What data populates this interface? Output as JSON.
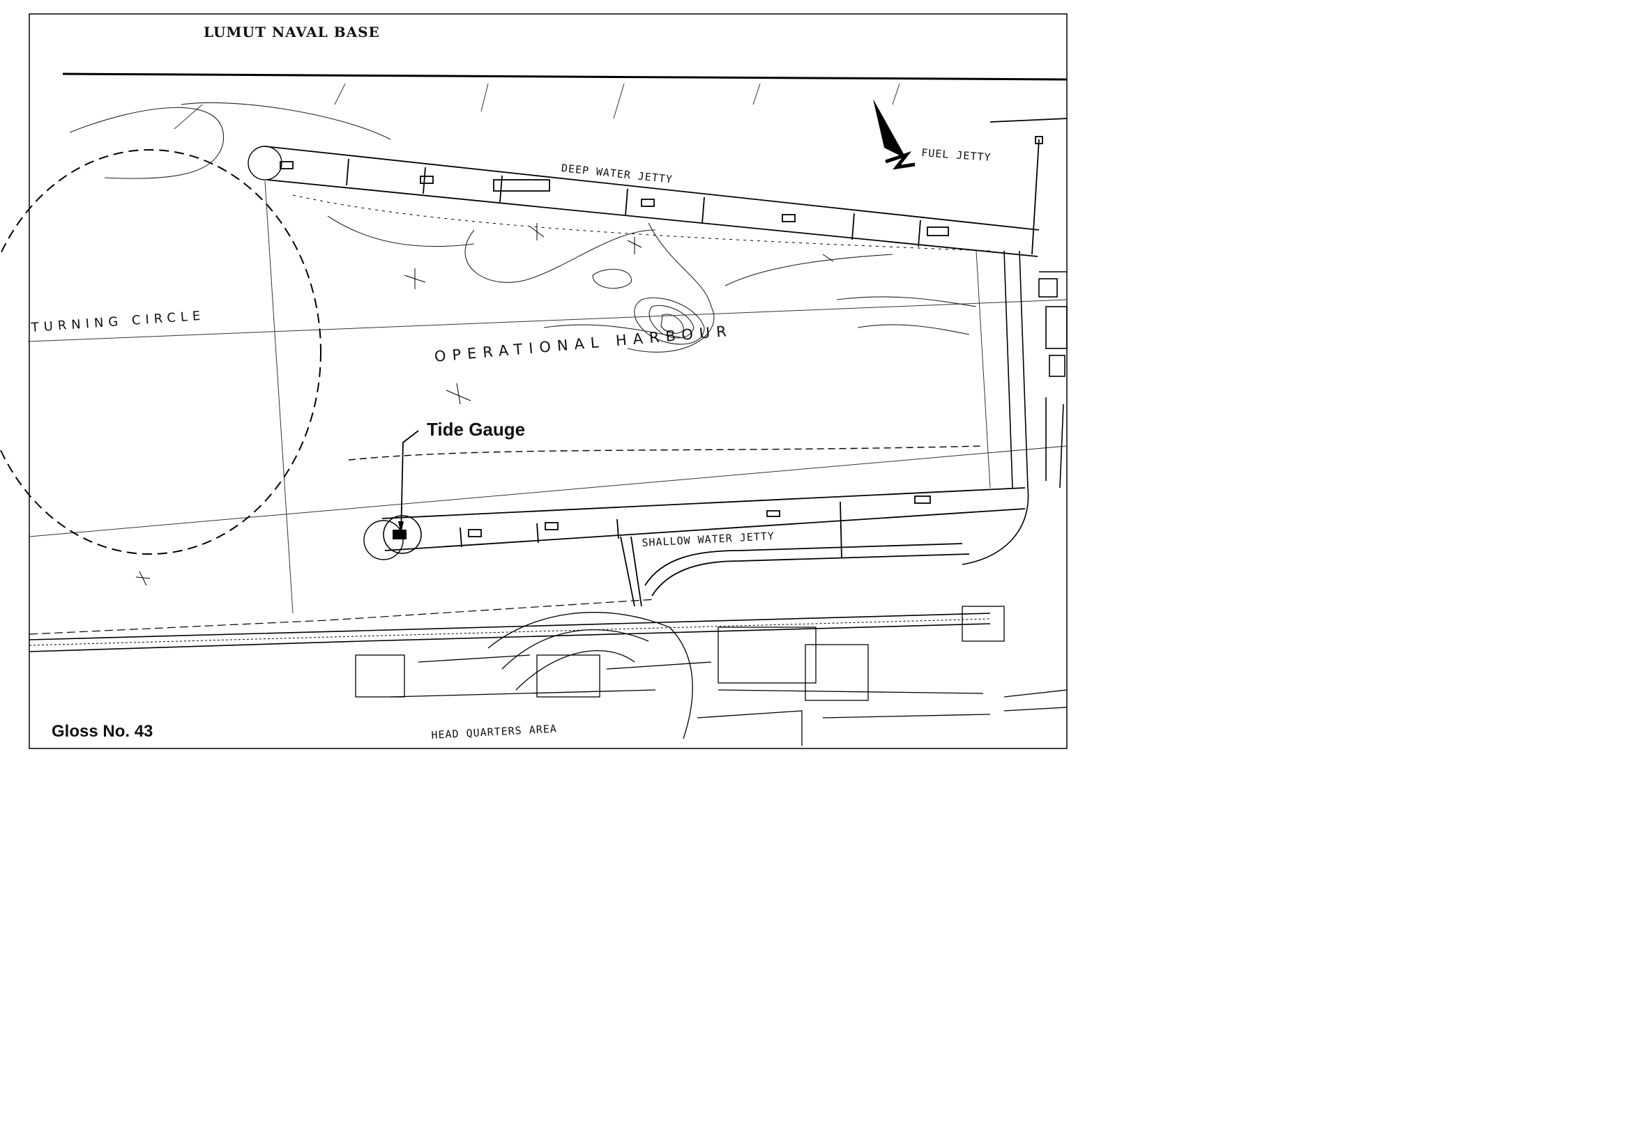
{
  "map": {
    "title": "LUMUT NAVAL BASE",
    "gloss_label": "Gloss No. 43",
    "tide_gauge_label": "Tide Gauge",
    "features": {
      "deep_water_jetty": "DEEP WATER JETTY",
      "fuel_jetty": "FUEL JETTY",
      "turning_circle": "TURNING CIRCLE",
      "operational_harbour": "OPERATIONAL HARBOUR",
      "shallow_water_jetty": "SHALLOW WATER JETTY",
      "head_quarters_area": "HEAD QUARTERS AREA"
    }
  }
}
